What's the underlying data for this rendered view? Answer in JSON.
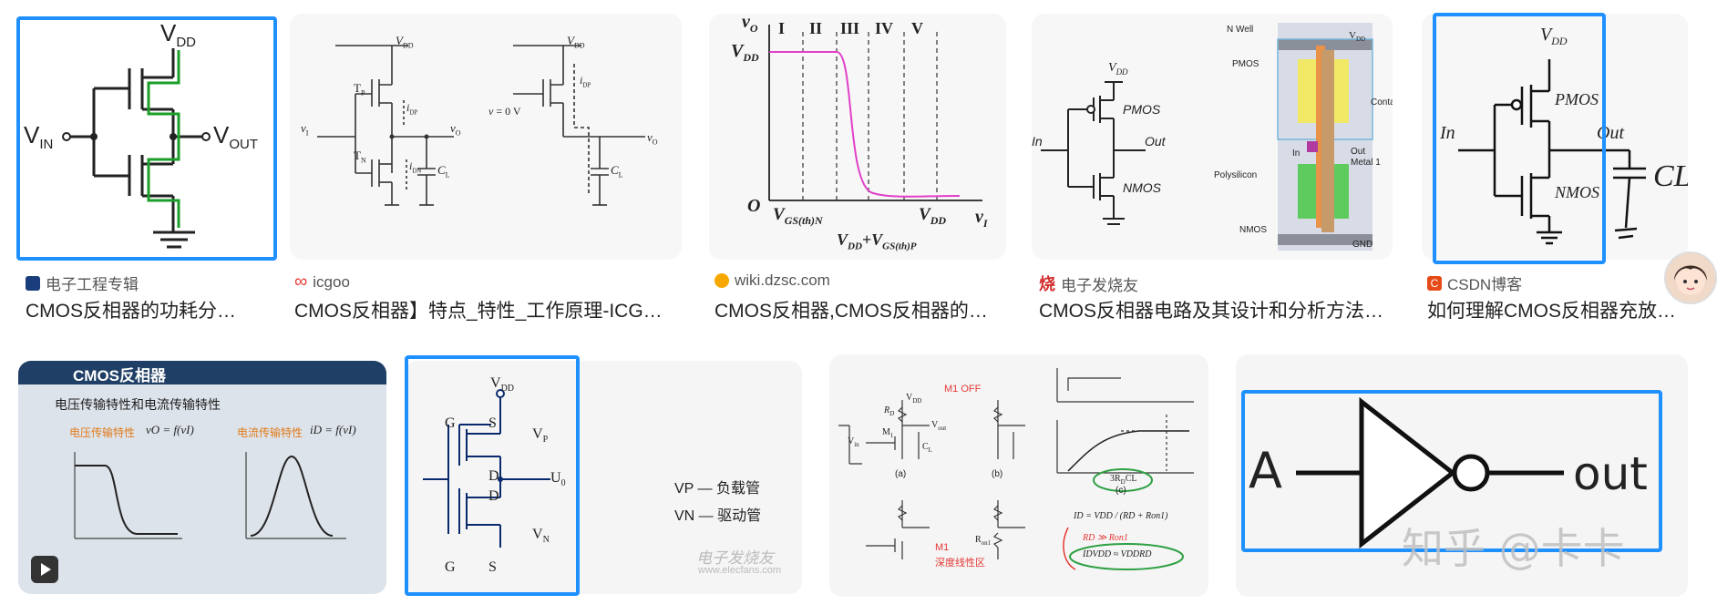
{
  "results_row1": [
    {
      "source": "电子工程专辑",
      "caption": "CMOS反相器的功耗分…",
      "icon_color": "#1a3d7c"
    },
    {
      "source": "icgoo",
      "caption": "CMOS反相器】特点_特性_工作原理-ICG…",
      "icon_color": "#e53935"
    },
    {
      "source": "wiki.dzsc.com",
      "caption": "CMOS反相器,CMOS反相器的…",
      "icon_color": "#f6a700"
    },
    {
      "source": "电子发烧友",
      "caption": "CMOS反相器电路及其设计和分析方法…",
      "icon_color": "#d32f2f"
    },
    {
      "source": "CSDN博客",
      "caption": "如何理解CMOS反相器充放…",
      "icon_color": "#e64a19"
    }
  ],
  "thumb_text": {
    "t1": {
      "vdd": "V",
      "vdd_sub": "DD",
      "vin": "V",
      "vin_sub": "IN",
      "vout": "V",
      "vout_sub": "OUT"
    },
    "t2": {
      "vdd1": "V",
      "vdd1_sub": "DD",
      "vdd2": "V",
      "vdd2_sub": "DD",
      "tp": "T",
      "tp_sub": "P",
      "tn": "T",
      "tn_sub": "N",
      "idp": "i",
      "idp_sub": "DP",
      "idn": "i",
      "idn_sub": "DN",
      "vi": "v",
      "vi_sub": "I",
      "vo": "v",
      "vo_sub": "O",
      "cl": "C",
      "cl_sub": "L",
      "vi0": "v",
      "vi0_rest": " = 0 V",
      "idp2": "i",
      "idp2_sub": "DP",
      "vo2": "v",
      "vo2_sub": "O",
      "cl2": "C",
      "cl2_sub": "L"
    },
    "t3": {
      "regions": [
        "I",
        "II",
        "III",
        "IV",
        "V"
      ],
      "y_axis": "v",
      "y_axis_sub": "O",
      "vdd_y": "V",
      "vdd_y_sub": "DD",
      "origin": "O",
      "x_gs": "V",
      "x_gs_sub": "GS(th)N",
      "x_vdd": "V",
      "x_vdd_sub": "DD",
      "x_axis": "v",
      "x_axis_sub": "I",
      "bottom": "V",
      "bottom_sub": "DD",
      "bottom2": "+V",
      "bottom2_sub": "GS(th)P"
    },
    "t4": {
      "vdd": "V",
      "vdd_sub": "DD",
      "pmos": "PMOS",
      "nmos": "NMOS",
      "in": "In",
      "out": "Out",
      "nwell": "N Well",
      "vdd2": "V",
      "vdd2_sub": "DD",
      "pmos2": "PMOS",
      "contact": "Contact",
      "in2": "In",
      "out2": "Out",
      "metal": "Metal 1",
      "poly": "Polysilicon",
      "nmos2": "NMOS",
      "gnd": "GND"
    },
    "t5": {
      "vdd": "V",
      "vdd_sub": "DD",
      "pmos": "PMOS",
      "nmos": "NMOS",
      "in": "In",
      "out": "Out",
      "cl": "CL"
    },
    "t6": {
      "title": "CMOS反相器",
      "subtitle": "电压传输特性和电流传输特性",
      "left_label": "电压传输特性",
      "left_formula": "v",
      "left_formula_rest": "O = f(vI)",
      "right_label": "电流传输特性",
      "right_formula": "i",
      "right_formula_rest": "D = f(vI)"
    },
    "t7": {
      "vdd": "V",
      "vdd_sub": "DD",
      "g1": "G",
      "s1": "S",
      "d1": "D",
      "d2": "D",
      "g2": "G",
      "s2": "S",
      "vp": "V",
      "vp_sub": "P",
      "u0": "U",
      "u0_sub": "0",
      "vn": "V",
      "vn_sub": "N",
      "legend1": "VP — 负载管",
      "legend2": "VN — 驱动管",
      "watermark": "电子发烧友",
      "watermark_url": "www.elecfans.com"
    },
    "t8": {
      "m1off": "M1 OFF",
      "rd": "R",
      "rd_sub": "D",
      "vdd": "V",
      "vdd_sub": "DD",
      "vout": "V",
      "vout_sub": "out",
      "vin": "V",
      "vin_sub": "in",
      "m1": "M",
      "m1_sub": "1",
      "cl": "C",
      "cl_sub": "L",
      "a": "(a)",
      "b": "(b)",
      "c": "(c)",
      "tau": "3R",
      "tau_sub": "D",
      "tau_rest": "CL",
      "ron": "R",
      "ron_sub": "on1",
      "m1deep": "M1",
      "deep": "深度线性区",
      "id_eq": "I",
      "id_eq_rest": "D = VDD / (RD + Ron1)",
      "rd_gg": "RD ≫ Ron1",
      "vout_eq": "I",
      "vout_eq_rest": "DVDD ≈ VDDRD"
    },
    "t9": {
      "a": "A",
      "out": "out"
    }
  },
  "watermark": {
    "zhihu": "知乎",
    "user": "@卡卡"
  }
}
